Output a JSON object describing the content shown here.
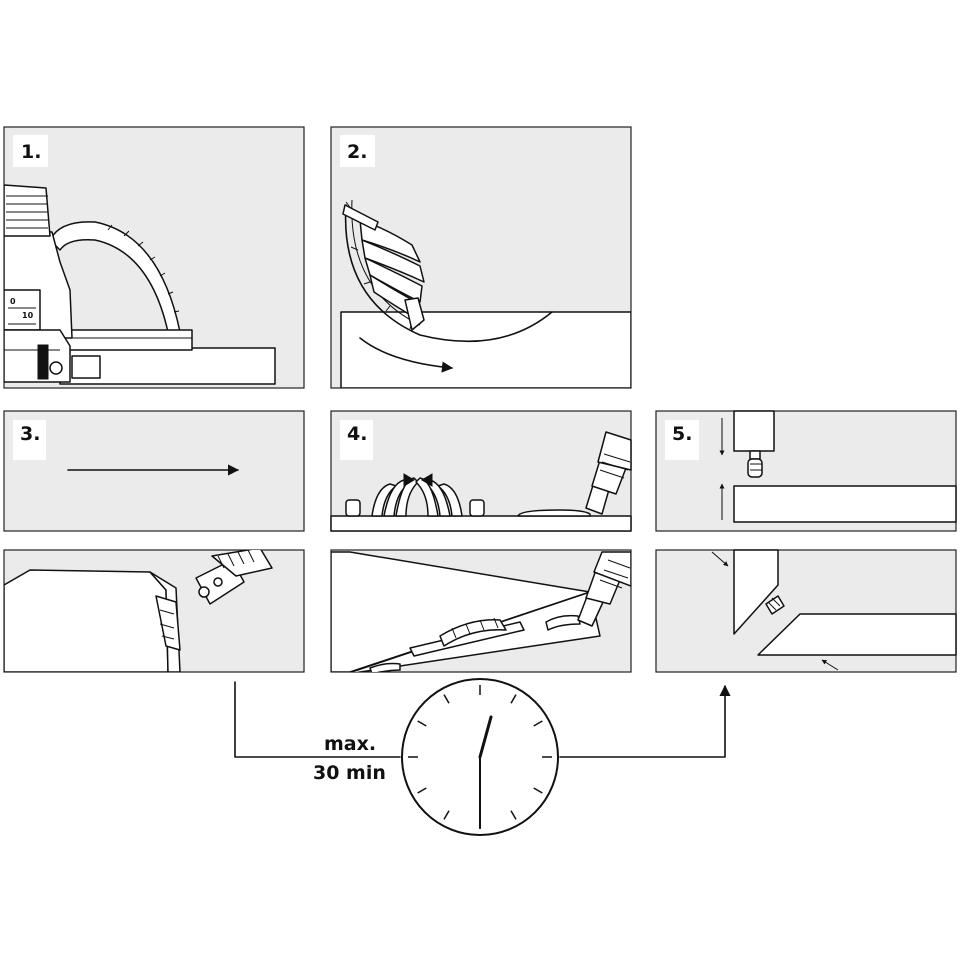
{
  "steps": [
    {
      "label": "1."
    },
    {
      "label": "2."
    },
    {
      "label": "3."
    },
    {
      "label": "4."
    },
    {
      "label": "5."
    }
  ],
  "machine_scale": {
    "left": "0",
    "right": "10"
  },
  "timer": {
    "line1": "max.",
    "line2": "30 min"
  }
}
